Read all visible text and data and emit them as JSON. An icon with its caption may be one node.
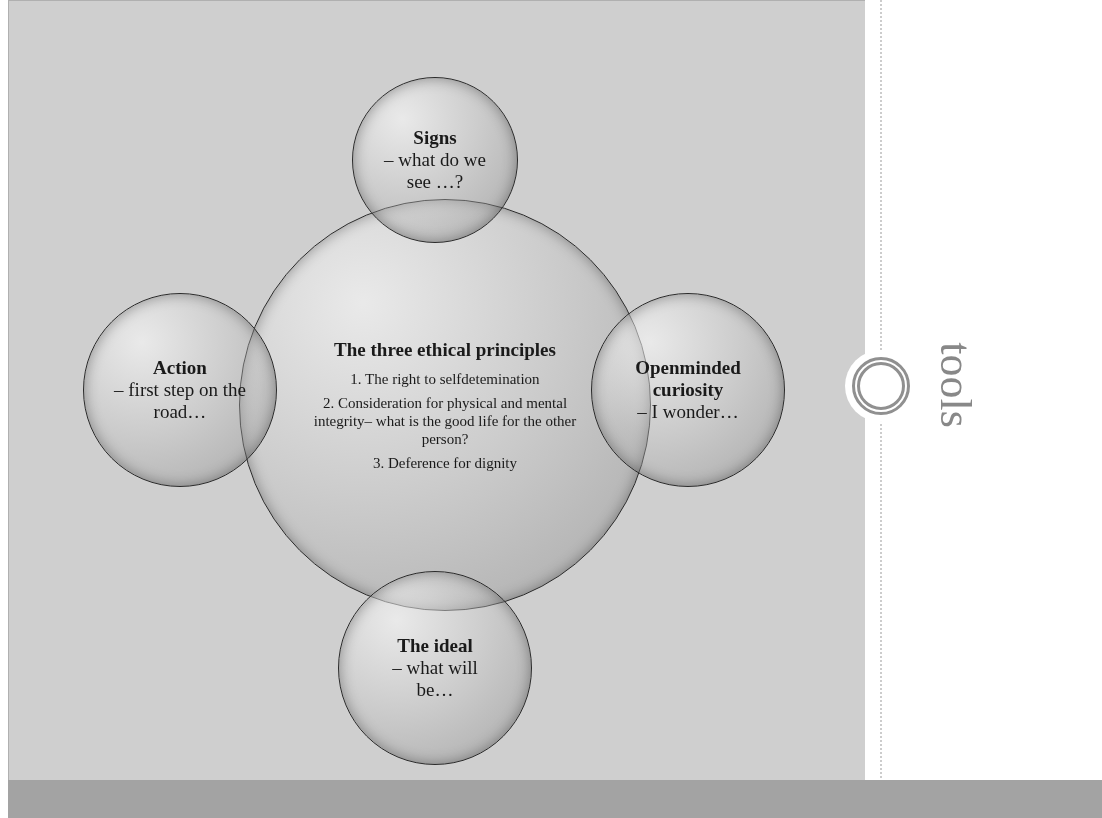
{
  "diagram": {
    "nodes": [
      {
        "text": [
          "The three ethical principles",
          "1. The right to selfdetemination",
          "2. Consideration for physical and mental integrity– what is the good life for the other person?",
          "3. Deference for dignity"
        ]
      },
      {
        "text": [
          "Signs",
          "– what do we see …?"
        ]
      },
      {
        "text": [
          "Action",
          "– first step on the road…"
        ]
      },
      {
        "text": [
          "Openminded curiosity",
          "– I wonder…"
        ]
      },
      {
        "text": [
          "The ideal",
          "– what will be…"
        ]
      }
    ],
    "labels": [
      "tools"
    ]
  }
}
